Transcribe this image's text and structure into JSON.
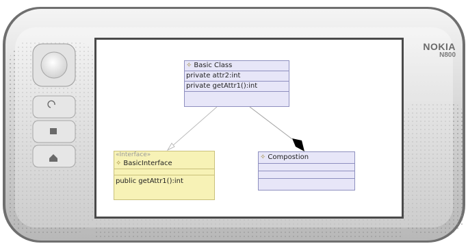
{
  "device": {
    "brand": "NOKIA",
    "model": "N800"
  },
  "diagram": {
    "basic_class": {
      "name": "Basic Class",
      "attribute": "private attr2:int",
      "operation": "private getAttr1():int"
    },
    "interface": {
      "stereotype": "«Interface»",
      "name": "BasicInterface",
      "operation": "public getAttr1():int"
    },
    "composition": {
      "name": "Compostion"
    }
  }
}
